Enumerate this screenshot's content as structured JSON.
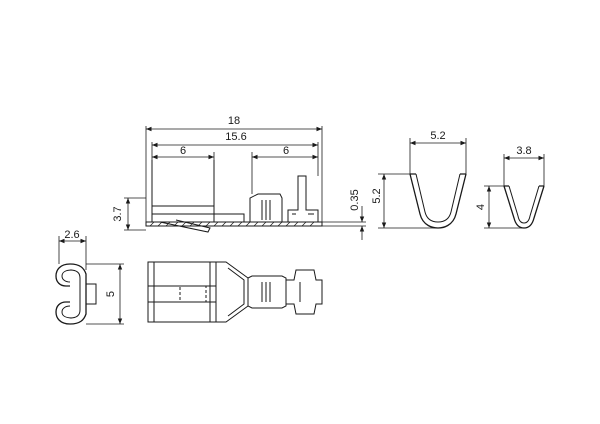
{
  "dimensions": {
    "overall_length": "18",
    "inner_length": "15.6",
    "left_section": "6",
    "right_section": "6",
    "thickness": "0.35",
    "side_height": "3.7",
    "front_width": "2.6",
    "front_height": "5",
    "crimp_large_width": "5.2",
    "crimp_large_height": "5.2",
    "crimp_small_width": "3.8",
    "crimp_small_height": "4"
  }
}
